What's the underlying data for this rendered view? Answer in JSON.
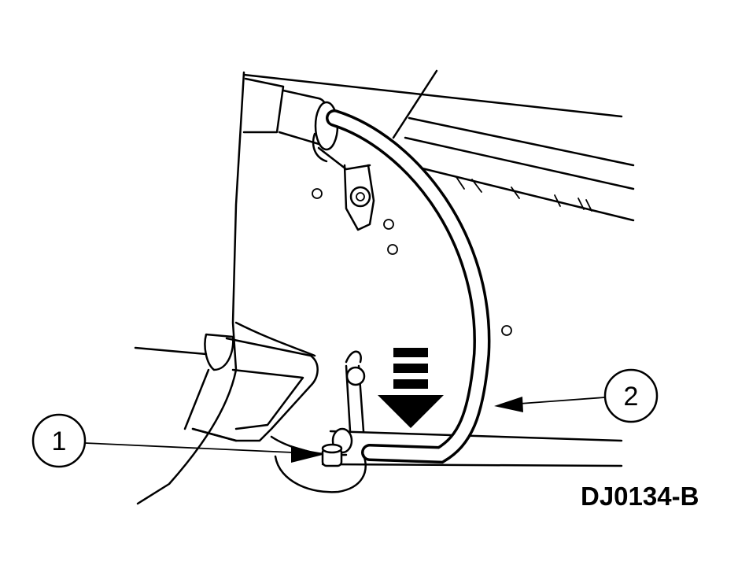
{
  "figure_id": "DJ0134-B",
  "callouts": [
    {
      "number": "1"
    },
    {
      "number": "2"
    }
  ],
  "colors": {
    "ink": "#000000",
    "paper": "#ffffff"
  }
}
